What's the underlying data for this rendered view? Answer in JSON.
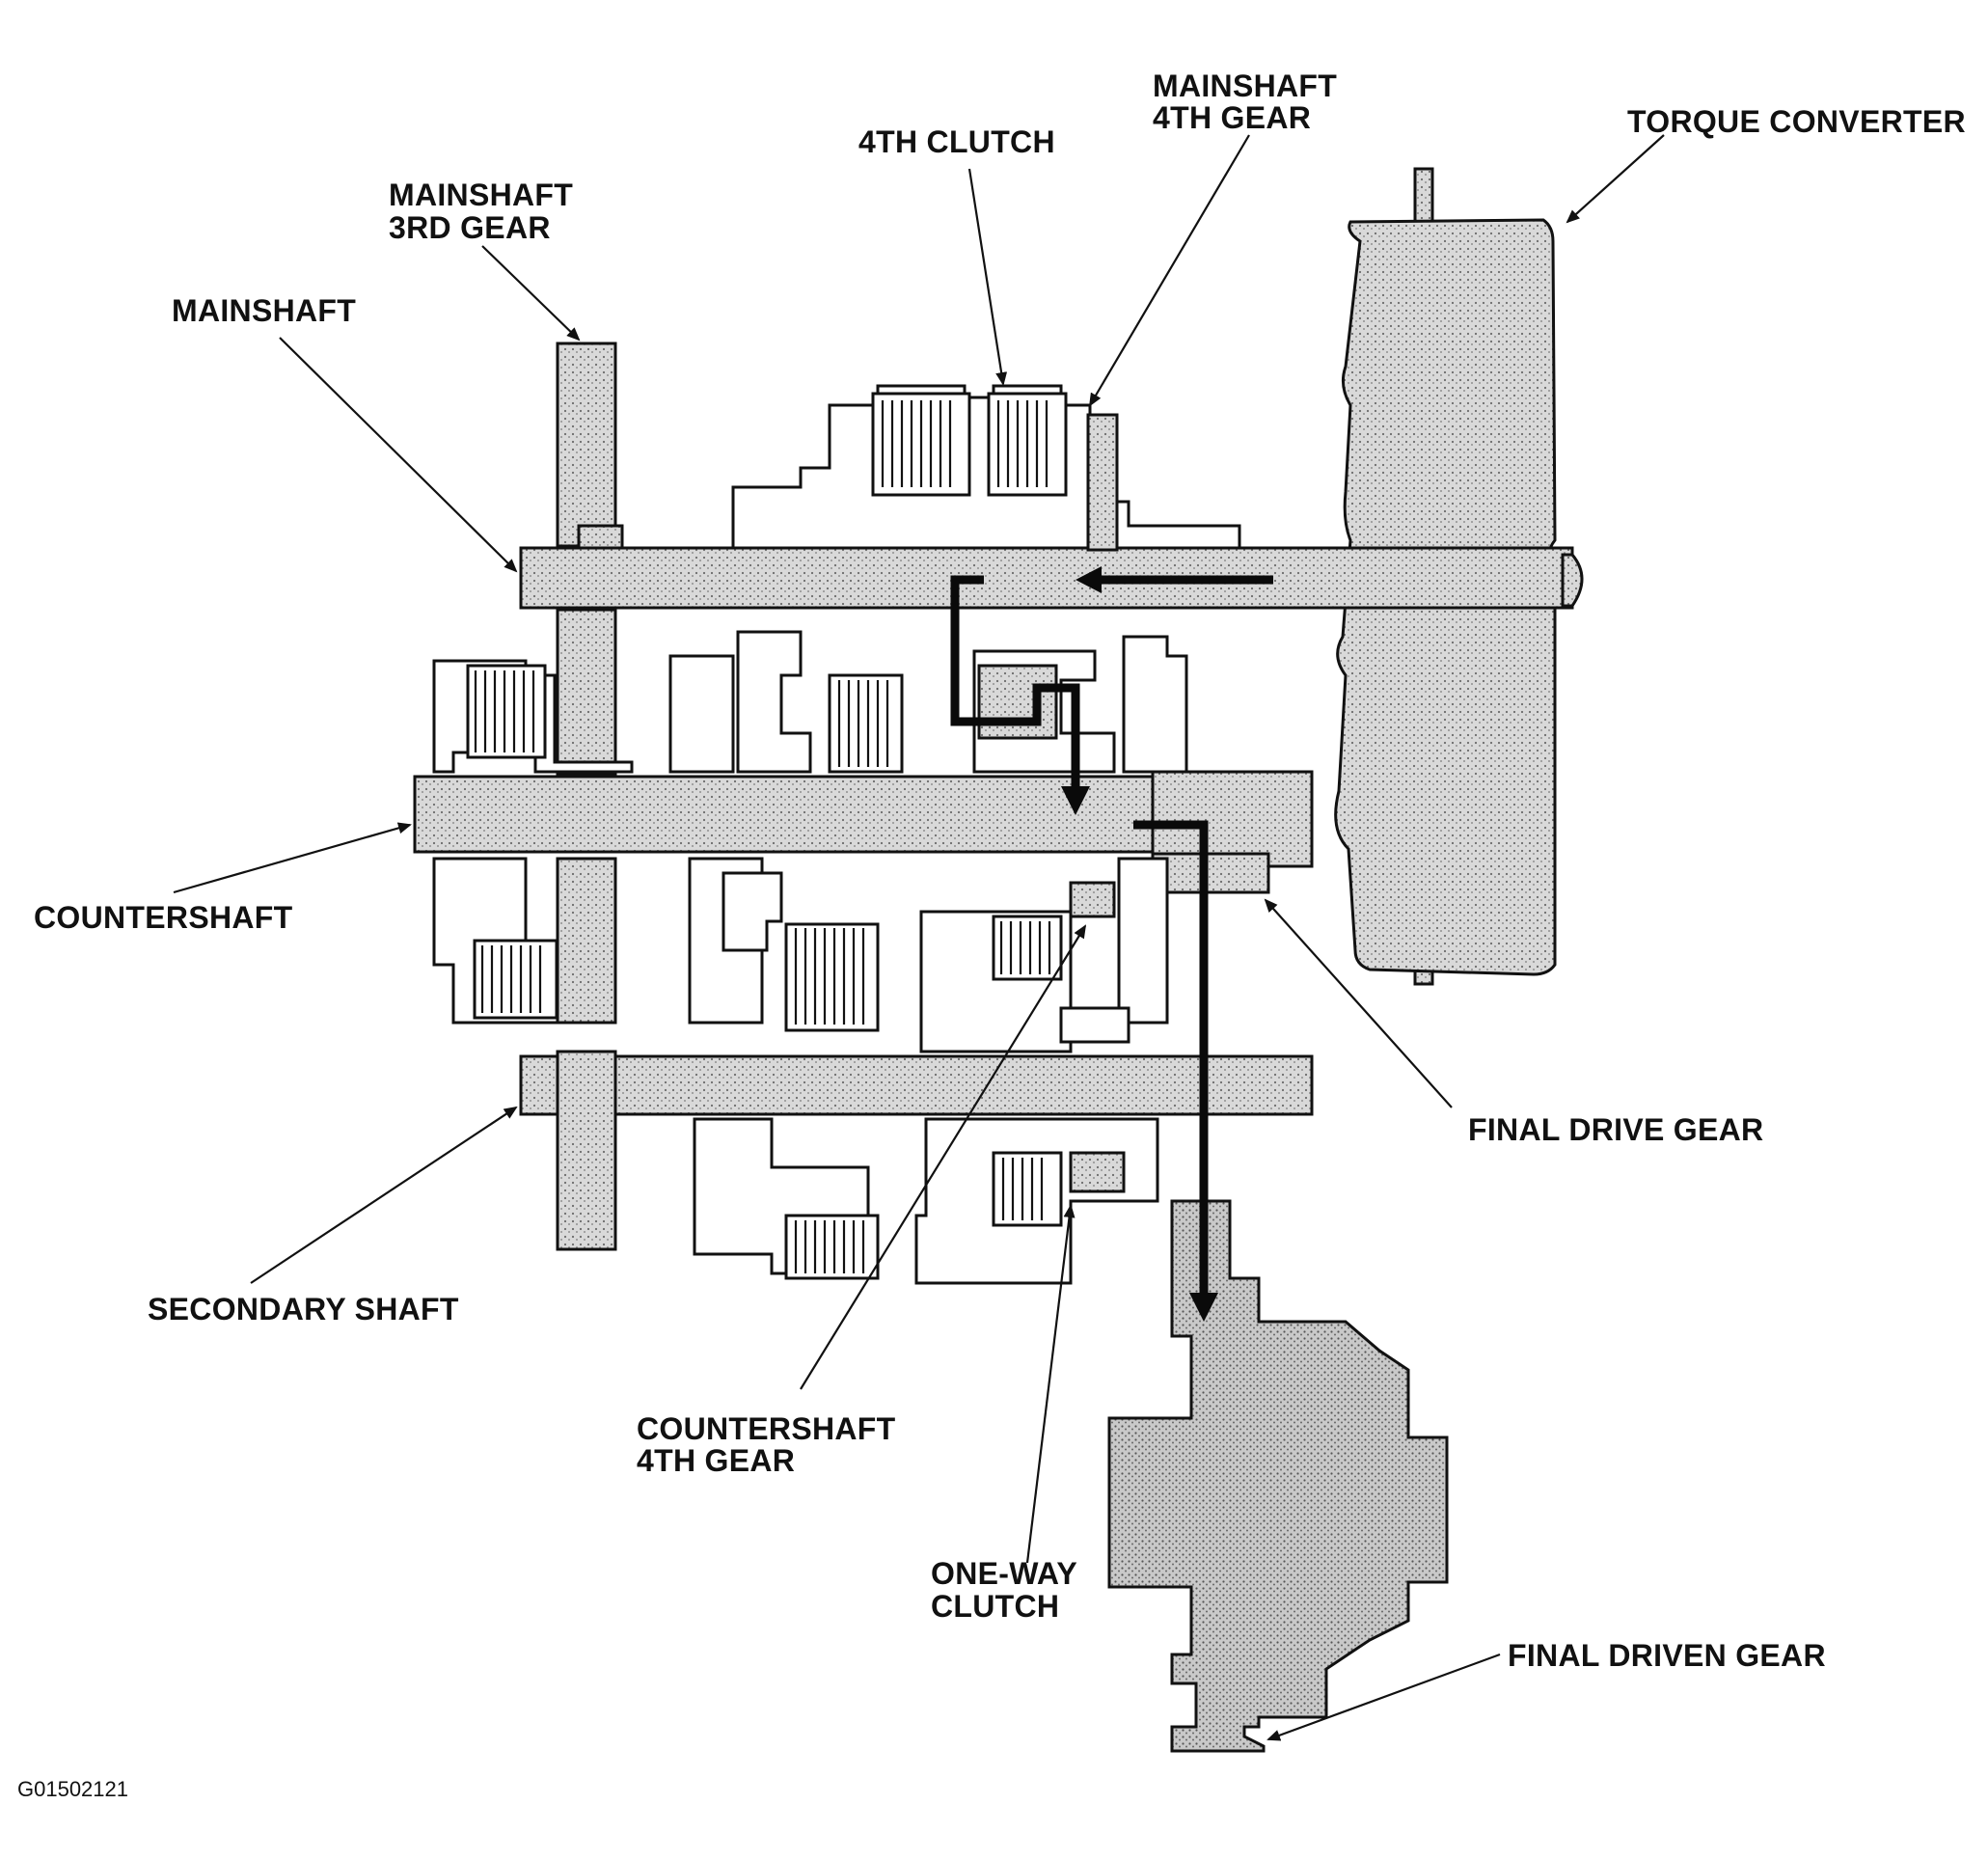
{
  "labels": {
    "mainshaft_4th_gear": [
      "MAINSHAFT",
      "4TH GEAR"
    ],
    "fourth_clutch": "4TH CLUTCH",
    "torque_converter": "TORQUE CONVERTER",
    "mainshaft_3rd_gear": [
      "MAINSHAFT",
      "3RD GEAR"
    ],
    "mainshaft": "MAINSHAFT",
    "countershaft": "COUNTERSHAFT",
    "final_drive_gear": "FINAL DRIVE GEAR",
    "secondary_shaft": "SECONDARY SHAFT",
    "countershaft_4th_gear": [
      "COUNTERSHAFT",
      "4TH GEAR"
    ],
    "one_way_clutch": [
      "ONE-WAY",
      "CLUTCH"
    ],
    "final_driven_gear": "FINAL DRIVEN GEAR"
  },
  "figure_code": "G01502121",
  "colors": {
    "ink": "#111111",
    "shading": "#d7d7d7",
    "power_flow": "#0a0a0a"
  }
}
